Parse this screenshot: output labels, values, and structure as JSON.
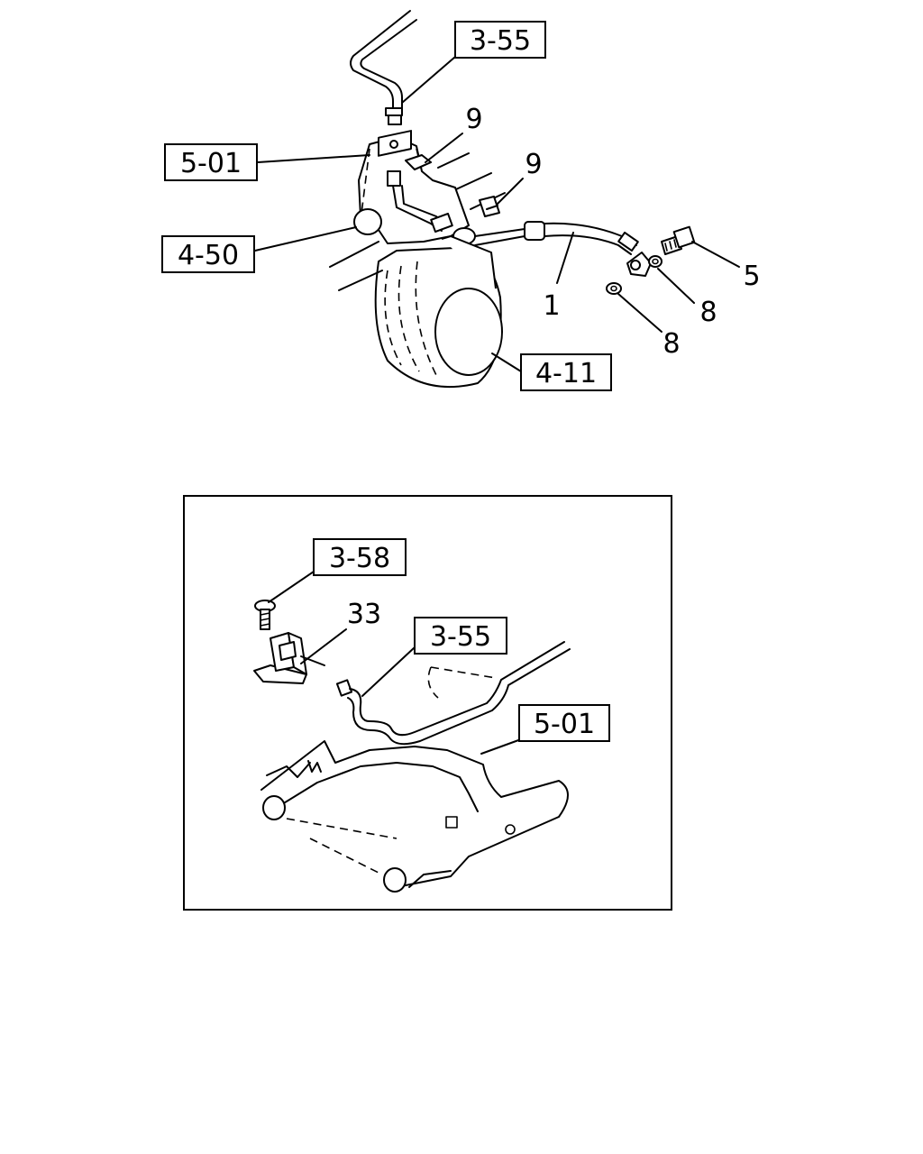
{
  "top_view": {
    "callouts": [
      {
        "id": "c-3-55-top",
        "text": "3-55"
      },
      {
        "id": "c-5-01-top",
        "text": "5-01"
      },
      {
        "id": "c-4-50",
        "text": "4-50"
      },
      {
        "id": "c-4-11",
        "text": "4-11"
      }
    ],
    "numbers": [
      {
        "id": "n-9-a",
        "text": "9"
      },
      {
        "id": "n-9-b",
        "text": "9"
      },
      {
        "id": "n-5",
        "text": "5"
      },
      {
        "id": "n-8-a",
        "text": "8"
      },
      {
        "id": "n-8-b",
        "text": "8"
      },
      {
        "id": "n-1",
        "text": "1"
      }
    ]
  },
  "inset_view": {
    "callouts": [
      {
        "id": "c-3-58",
        "text": "3-58"
      },
      {
        "id": "c-3-55-inset",
        "text": "3-55"
      },
      {
        "id": "c-5-01-inset",
        "text": "5-01"
      }
    ],
    "numbers": [
      {
        "id": "n-33",
        "text": "33"
      }
    ]
  }
}
